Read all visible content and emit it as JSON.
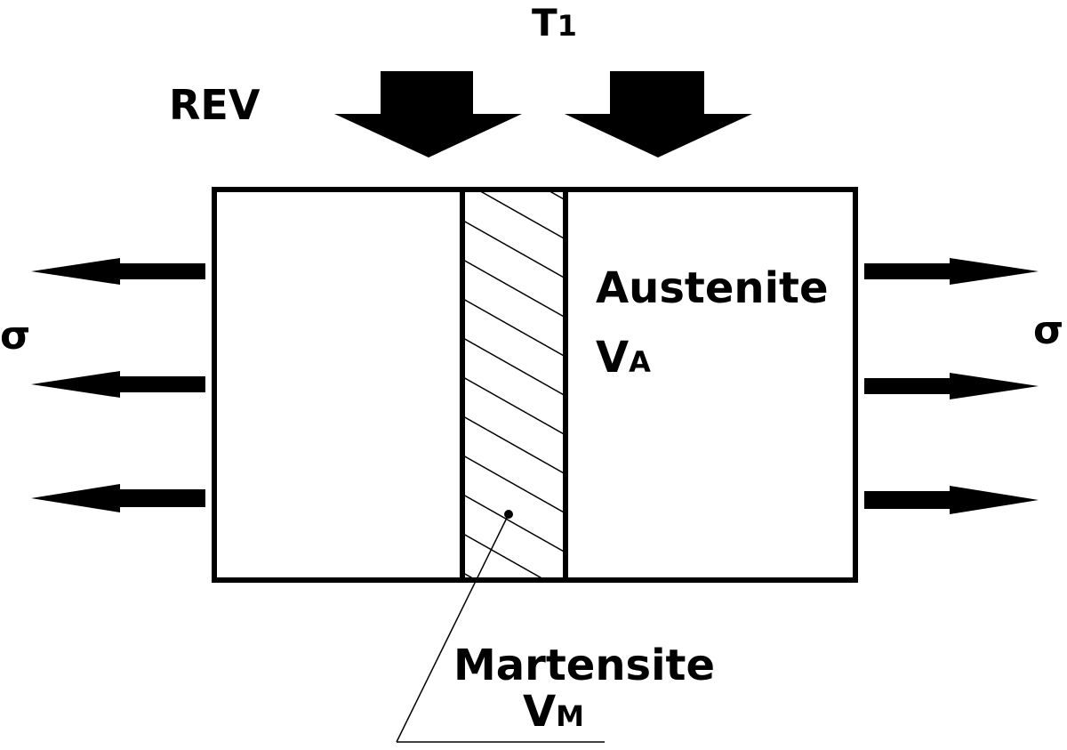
{
  "diagram": {
    "rev_label": "REV",
    "temperature_label": {
      "main": "T",
      "subscript": "1"
    },
    "stress_left_label": "σ",
    "stress_right_label": "σ",
    "austenite": {
      "name": "Austenite",
      "volume_symbol": "V",
      "volume_subscript": "A"
    },
    "martensite": {
      "name": "Martensite",
      "volume_symbol": "V",
      "volume_subscript": "M"
    },
    "colors": {
      "ink": "#000000",
      "background": "#ffffff"
    }
  }
}
